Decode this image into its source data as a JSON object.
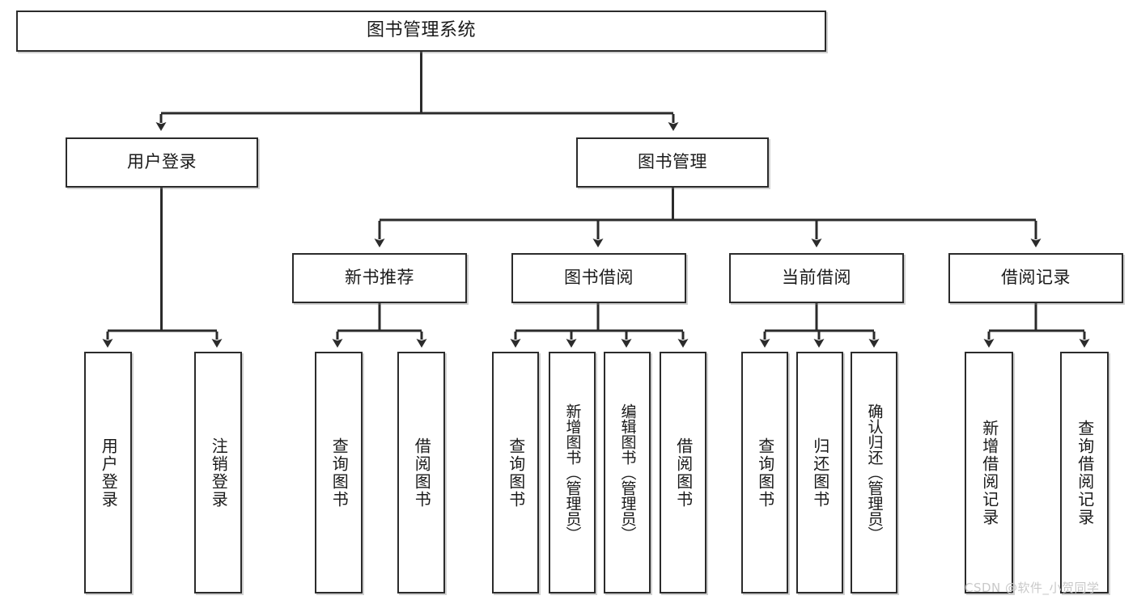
{
  "diagram": {
    "type": "tree-hierarchy",
    "title": "图书管理系统",
    "orientation": "top-down",
    "colors": {
      "box_border": "#2b2b2b",
      "box_fill": "#ffffff",
      "edge": "#2b2b2b",
      "text": "#1a1a1a",
      "watermark": "#c9c9c9"
    }
  },
  "root": {
    "label": "图书管理系统"
  },
  "level1": [
    {
      "id": "user-login",
      "label": "用户登录"
    },
    {
      "id": "book-management",
      "label": "图书管理"
    }
  ],
  "level2": [
    {
      "id": "new-book-recommend",
      "label": "新书推荐",
      "parent": "book-management"
    },
    {
      "id": "book-borrow",
      "label": "图书借阅",
      "parent": "book-management"
    },
    {
      "id": "current-borrow",
      "label": "当前借阅",
      "parent": "book-management"
    },
    {
      "id": "borrow-record",
      "label": "借阅记录",
      "parent": "book-management"
    }
  ],
  "leaves": [
    {
      "id": "leaf-user-login",
      "label": "用户登录",
      "parent": "user-login"
    },
    {
      "id": "leaf-user-logout",
      "label": "注销登录",
      "parent": "user-login"
    },
    {
      "id": "leaf-query-book-rec",
      "label": "查询图书",
      "parent": "new-book-recommend"
    },
    {
      "id": "leaf-borrow-book-rec",
      "label": "借阅图书",
      "parent": "new-book-recommend"
    },
    {
      "id": "leaf-query-book-borrow",
      "label": "查询图书",
      "parent": "book-borrow"
    },
    {
      "id": "leaf-add-book",
      "label": "新增图书（管理员）",
      "parent": "book-borrow"
    },
    {
      "id": "leaf-edit-book",
      "label": "编辑图书（管理员）",
      "parent": "book-borrow"
    },
    {
      "id": "leaf-borrow-book",
      "label": "借阅图书",
      "parent": "book-borrow"
    },
    {
      "id": "leaf-query-book-current",
      "label": "查询图书",
      "parent": "current-borrow"
    },
    {
      "id": "leaf-return-book",
      "label": "归还图书",
      "parent": "current-borrow"
    },
    {
      "id": "leaf-confirm-return",
      "label": "确认归还（管理员）",
      "parent": "current-borrow"
    },
    {
      "id": "leaf-add-record",
      "label": "新增借阅记录",
      "parent": "borrow-record"
    },
    {
      "id": "leaf-query-record",
      "label": "查询借阅记录",
      "parent": "borrow-record"
    }
  ],
  "watermark": {
    "text": "CSDN @软件_小贺同学"
  }
}
